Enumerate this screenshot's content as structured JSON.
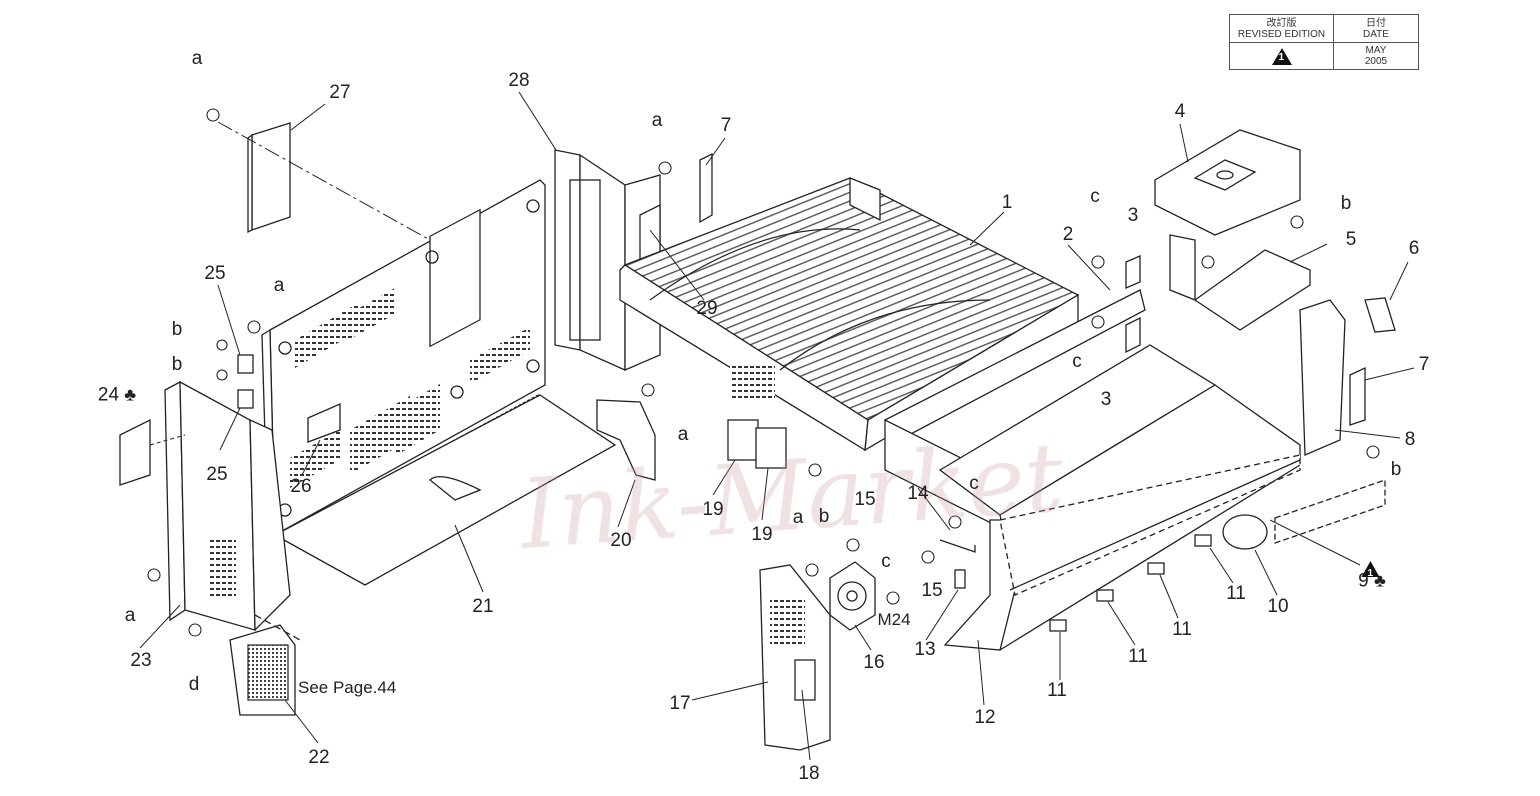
{
  "revision_table": {
    "header_left_jp": "改訂版",
    "header_left": "REVISED EDITION",
    "header_right_jp": "日付",
    "header_right": "DATE",
    "revision_mark": "1",
    "date_month": "MAY",
    "date_year": "2005"
  },
  "watermark": "Ink-Market",
  "labels": {
    "p1": "1",
    "p2": "2",
    "p3a": "3",
    "p3b": "3",
    "p4": "4",
    "p5": "5",
    "p6": "6",
    "p7a": "7",
    "p7b": "7",
    "p8": "8",
    "p9": "9",
    "p10": "10",
    "p11a": "11",
    "p11b": "11",
    "p11c": "11",
    "p11d": "11",
    "p12": "12",
    "p13": "13",
    "p14": "14",
    "p15a": "15",
    "p15b": "15",
    "p16": "16",
    "p17": "17",
    "p18": "18",
    "p19a": "19",
    "p19b": "19",
    "p20": "20",
    "p21": "21",
    "p22": "22",
    "p23": "23",
    "p24": "24",
    "p25a": "25",
    "p25b": "25",
    "p26": "26",
    "p27": "27",
    "p28": "28",
    "p29": "29",
    "sa1": "a",
    "sa2": "a",
    "sa3": "a",
    "sa4": "a",
    "sa5": "a",
    "sa6": "a",
    "sb1": "b",
    "sb2": "b",
    "sb3": "b",
    "sb4": "b",
    "sb5": "b",
    "sc1": "c",
    "sc2": "c",
    "sc3": "c",
    "sc4": "c",
    "sd1": "d",
    "m24": "M24"
  },
  "see_page": "See Page.44",
  "marks": {
    "club": "♣",
    "warning_number": "1"
  }
}
